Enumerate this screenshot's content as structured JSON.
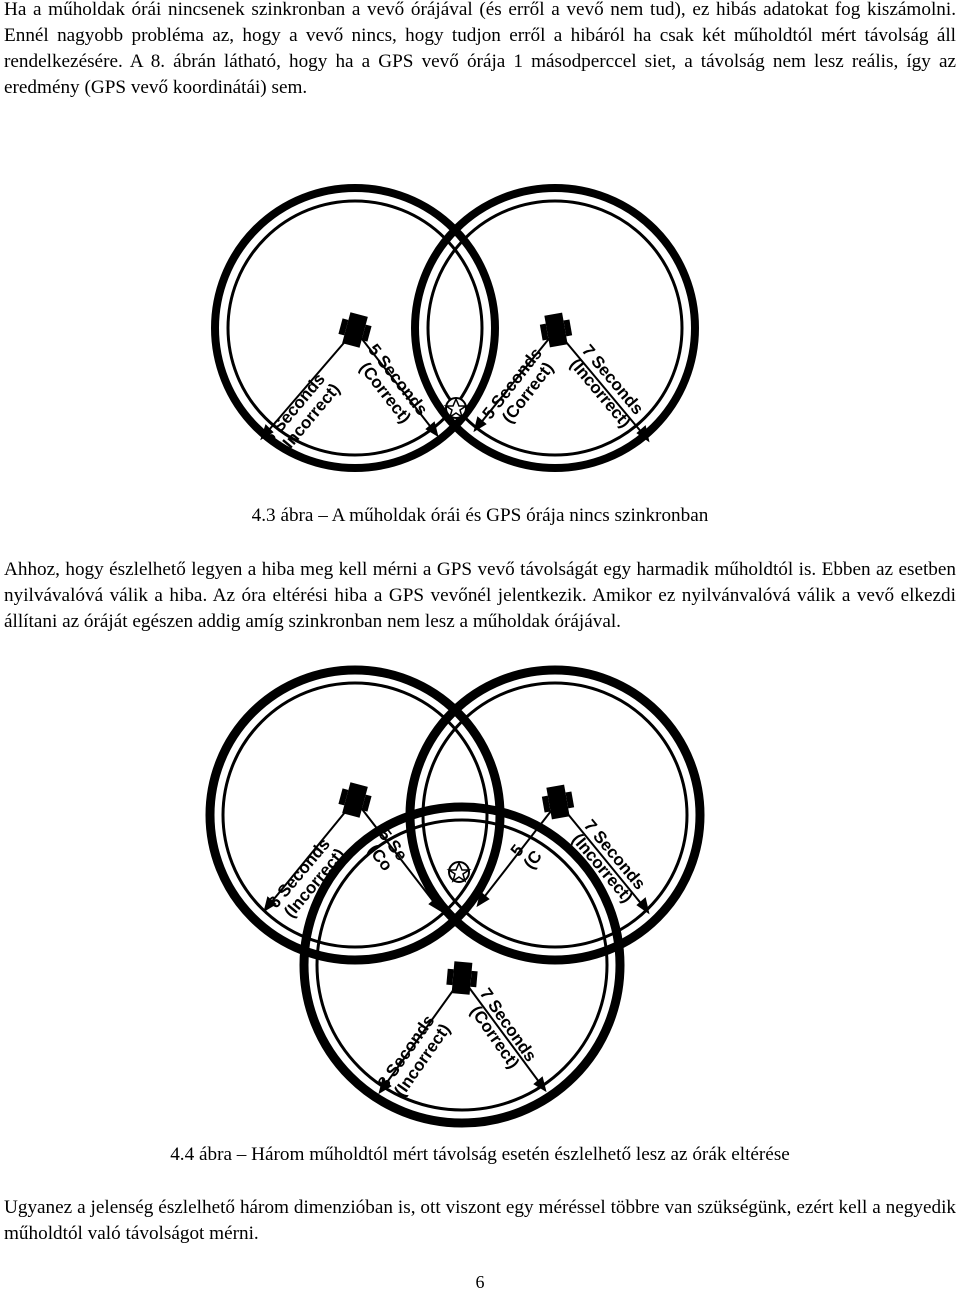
{
  "paragraphs": {
    "top": "Ha a műholdak órái nincsenek szinkronban a vevő órájával (és erről a vevő nem tud), ez hibás adatokat fog kiszámolni. Ennél nagyobb probléma az, hogy a vevő nincs, hogy tudjon erről a hibáról ha csak két műholdtól mért távolság áll rendelkezésére. A 8. ábrán látható, hogy ha a GPS vevő órája 1 másodperccel siet, a távolság nem lesz reális, így az eredmény (GPS vevő koordinátái) sem.",
    "middle": "Ahhoz, hogy észlelhető legyen a hiba meg kell mérni a GPS vevő távolságát egy harmadik műholdtól is. Ebben az esetben nyilvávalóvá válik a hiba. Az óra eltérési hiba a GPS vevőnél jelentkezik. Amikor ez nyilvánvalóvá válik a vevő elkezdi állítani az óráját egészen addig amíg szinkronban nem lesz a műholdak órájával.",
    "bottom": "Ugyanez a jelenség észlelhető három dimenzióban is, ott viszont egy méréssel többre van szükségünk, ezért kell a negyedik műholdtól való távolságot mérni."
  },
  "captions": {
    "figure_4_3": "4.3 ábra – A műholdak órái és GPS órája nincs szinkronban",
    "figure_4_4": "4.4 ábra – Három műholdtól mért távolság esetén észlelhető lesz az órák eltérése"
  },
  "figure_4_3": {
    "left_satellite": {
      "incorrect": [
        "6 Seconds",
        "(Incorrect)"
      ],
      "correct": [
        "5 Seconds",
        "(Correct)"
      ]
    },
    "right_satellite": {
      "correct": [
        "5 Seconds",
        "(Correct)"
      ],
      "incorrect": [
        "7 Seconds",
        "(Incorrect)"
      ]
    }
  },
  "figure_4_4": {
    "left_satellite": {
      "incorrect": [
        "6 Seconds",
        "(Incorrect)"
      ],
      "correct": [
        "5 Se",
        "(Co"
      ]
    },
    "right_satellite": {
      "correct": [
        "5",
        "(C"
      ],
      "incorrect": [
        "7 Seconds",
        "(Incorrect)"
      ]
    },
    "bottom_satellite": {
      "incorrect": [
        "8 Seconds",
        "(Incorrect)"
      ],
      "correct": [
        "7 Seconds",
        "(Correct)"
      ]
    }
  },
  "page_number": "6"
}
